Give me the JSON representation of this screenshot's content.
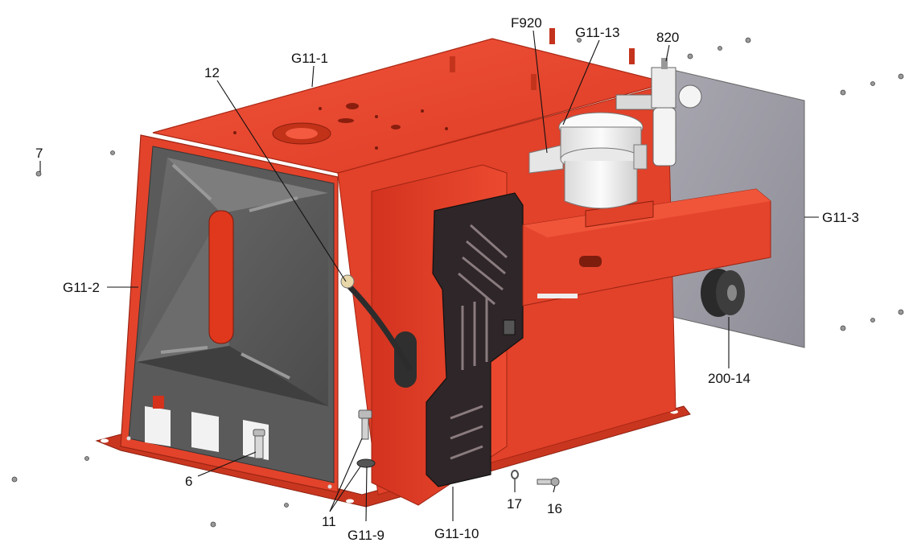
{
  "diagram": {
    "labels": {
      "g11_1": "G11-1",
      "g11_2": "G11-2",
      "g11_3": "G11-3",
      "g11_9": "G11-9",
      "g11_10": "G11-10",
      "g11_13": "G11-13",
      "f920": "F920",
      "p820": "820",
      "p12": "12",
      "p7": "7",
      "p6": "6",
      "p11": "11",
      "p16": "16",
      "p17": "17",
      "p200_14": "200-14"
    },
    "colors": {
      "body_red": "#e8432c",
      "body_red_dark": "#b92a17",
      "opening_gray": "#5d5d5d",
      "back_panel": "#9d9ca6",
      "pad_black": "#2e2628",
      "cup_white": "#f1f1f1"
    }
  }
}
